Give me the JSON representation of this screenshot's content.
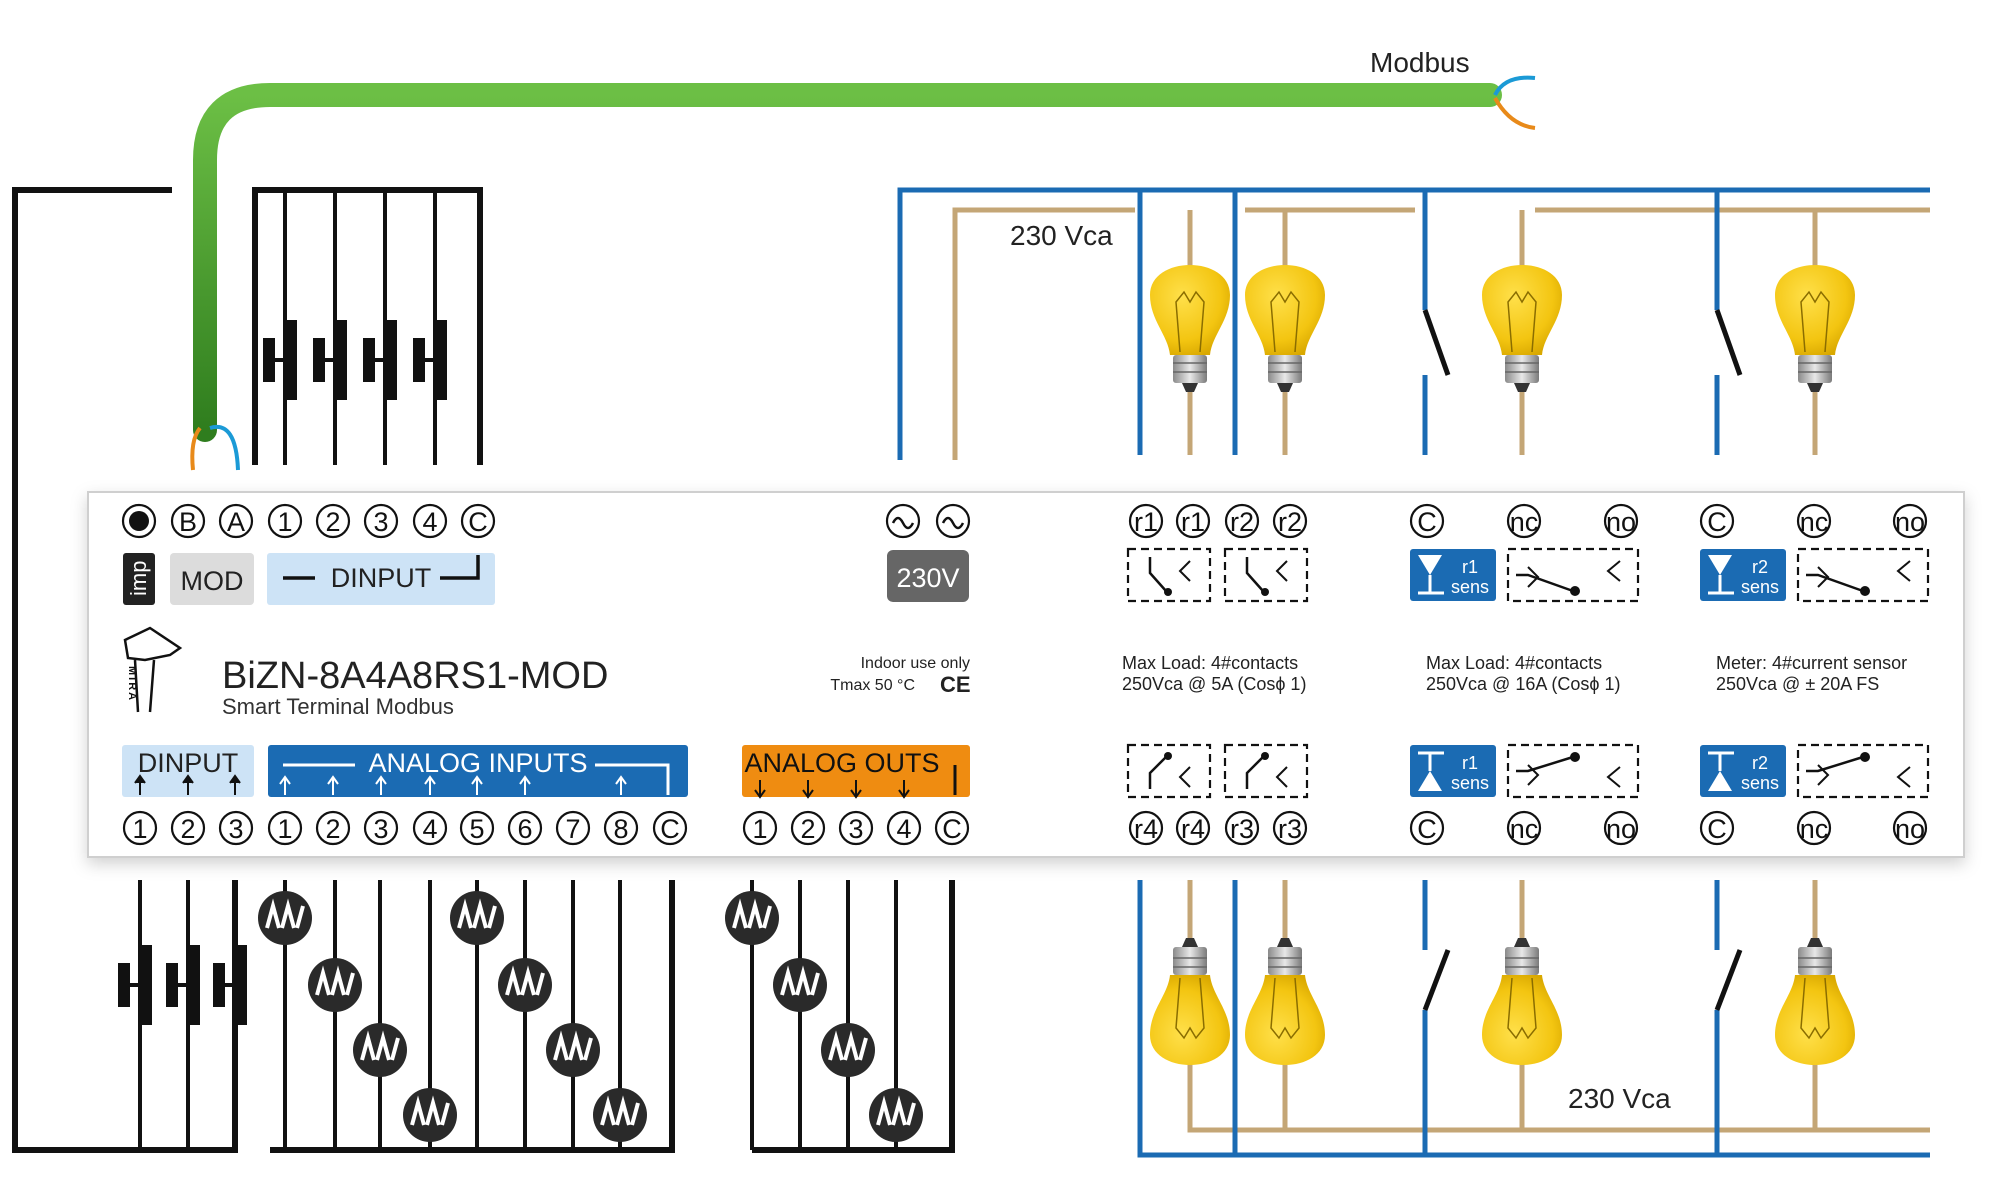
{
  "cable": {
    "label": "Modbus"
  },
  "supply": {
    "top_label": "230 Vca",
    "bottom_label": "230 Vca"
  },
  "device": {
    "model": "BiZN-8A4A8RS1-MOD",
    "subtitle": "Smart Terminal Modbus",
    "logo_text": "MIRA",
    "indoor_note": "Indoor use only",
    "tmax_note": "Tmax 50 °C",
    "ce_mark": "CE",
    "imp_label": "imp",
    "mod_label": "MOD",
    "dinput_top_label": "DINPUT",
    "dinput_bottom_label": "DINPUT",
    "analog_inputs_label": "ANALOG INPUTS",
    "analog_outs_label": "ANALOG OUTS",
    "voltage_label": "230V",
    "top_terminals": [
      "●",
      "B",
      "A",
      "1",
      "2",
      "3",
      "4",
      "C"
    ],
    "power_terminals": [
      "~",
      "~"
    ],
    "relay_top_terminals": [
      "r1",
      "r1",
      "r2",
      "r2"
    ],
    "relay_bottom_terminals": [
      "r4",
      "r4",
      "r3",
      "r3"
    ],
    "din_bottom_terminals": [
      "1",
      "2",
      "3"
    ],
    "ain_terminals": [
      "1",
      "2",
      "3",
      "4",
      "5",
      "6",
      "7",
      "8",
      "C"
    ],
    "aout_terminals": [
      "1",
      "2",
      "3",
      "4",
      "C"
    ],
    "changeover_terminals": [
      "C",
      "nc",
      "no"
    ],
    "sens": [
      {
        "num": "r1",
        "word": "sens"
      },
      {
        "num": "r2",
        "word": "sens"
      },
      {
        "num": "r1",
        "word": "sens"
      },
      {
        "num": "r2",
        "word": "sens"
      }
    ],
    "specs": {
      "relay_5a": {
        "line1": "Max Load:  4#contacts",
        "line2": "250Vca @ 5A (Cosϕ 1)"
      },
      "relay_16a": {
        "line1": "Max Load:  4#contacts",
        "line2": "250Vca @ 16A (Cosϕ 1)"
      },
      "meter": {
        "line1": "Meter: 4#current sensor",
        "line2": "250Vca @  ± 20A FS"
      }
    }
  },
  "colors": {
    "cable_green": "#4a9a2c",
    "wire_blue": "#1b6bb3",
    "wire_tan": "#c4a676",
    "wire_orange": "#e88a1a",
    "bulb_yellow": "#f3c511",
    "label_blue": "#1b6bb3",
    "label_lightblue": "#cde3f6",
    "label_orange": "#ef8c11",
    "label_gray": "#666666"
  },
  "icons": {
    "pushbutton": "pushbutton-icon",
    "sensor": "analog-sensor-icon",
    "bulb": "light-bulb-icon",
    "switch": "switch-icon",
    "relay": "relay-contact-icon"
  }
}
